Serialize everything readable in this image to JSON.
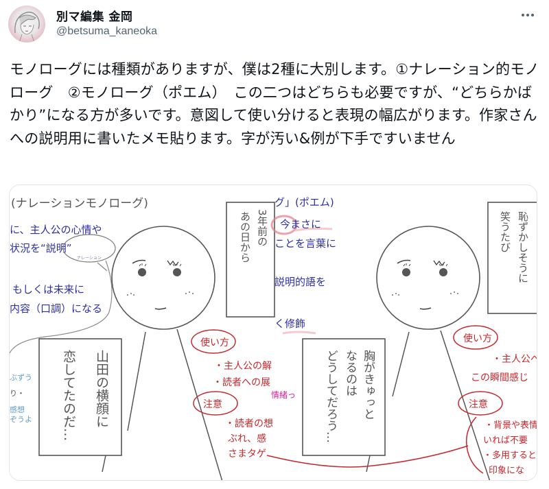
{
  "post": {
    "author": {
      "display_name": "別マ編集 金岡",
      "handle": "@betsuma_kaneoka",
      "avatar_icon": "avatar-illustration"
    },
    "more_icon": "more-horizontal-icon",
    "text": "モノローグには種類がありますが、僕は2種に大別します。①ナレーション的モノローグ　②モノローグ（ポエム）　この二つはどちらも必要ですが、“どちらかばかり”になる方が多いです。意図して使い分けると表現の幅広がります。作家さんへの説明用に書いたメモ貼ります。字が汚い&例が下手ですいません"
  },
  "media": {
    "description": "Hand-drawn memo comparing two types of monologue with two round-faced characters and speech boxes",
    "colors": {
      "pencil": "#555555",
      "blue_ink": "#2c2fa8",
      "red_ink": "#c8262b",
      "magenta_ink": "#d6249f",
      "light_blue_ink": "#5d9bc8"
    },
    "left_panel": {
      "heading": "(ナレーションモノローグ)",
      "blue_note_1": "に、主人公の心情や",
      "blue_note_2": "状況を“説明”",
      "blue_note_sub": "ナレーション",
      "blue_note_3": "もしくは未来に",
      "blue_note_4": "内容（口調）になる",
      "edge_notes": [
        "ぶずう",
        "り・",
        "感想",
        "ぞうよ"
      ],
      "box_top": "3年前の",
      "box_top_2": "あの日から",
      "box_bottom_1": "山田の横顔に",
      "box_bottom_2": "恋してたのだ…",
      "red_label_1": "使い方",
      "red_item_1": "・主人公の解",
      "red_item_2": "・読者への展",
      "red_label_2": "注意",
      "red_item_3": "・読者の想",
      "red_item_4": "ぶれ、感",
      "red_item_5": "さまタゲ"
    },
    "right_panel": {
      "heading": "グ」(ポエム)",
      "blue_note_1": "今まさに",
      "blue_note_2": "ことを言葉に",
      "blue_note_3": "説明的語を",
      "blue_note_4": "く修飾",
      "magenta_note": "情緒っ",
      "box_top_1": "恥ずかしそうに",
      "box_top_2": "笑うたび",
      "box_bottom_1": "胸がきゅっと",
      "box_bottom_2": "なるのは",
      "box_bottom_3": "どうしてだろう…",
      "red_label_1": "使い方",
      "red_item_1": "・主人公へ",
      "red_item_2": "この瞬間感じ",
      "red_label_2": "注意",
      "red_item_3": "・背景や表情",
      "red_item_4": "いれば不要",
      "red_item_5": "・多用すると",
      "red_item_6": "印象にな"
    }
  }
}
